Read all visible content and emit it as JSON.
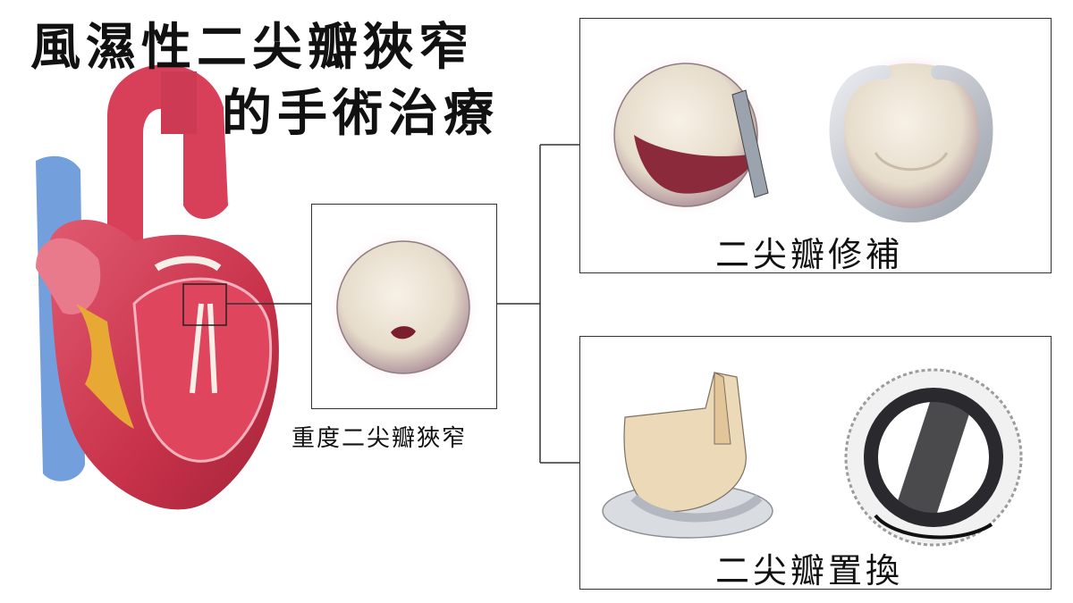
{
  "title": {
    "line1": "風濕性二尖瓣狹窄",
    "line2": "的手術治療"
  },
  "labels": {
    "severe_stenosis": "重度二尖瓣狹窄",
    "repair": "二尖瓣修補",
    "replacement": "二尖瓣置換"
  },
  "colors": {
    "heart_red": "#c8324a",
    "aorta_red": "#d8405a",
    "vein_blue": "#5b8fd6",
    "fat_yellow": "#e8a834",
    "valve_cream": "#efe6d6",
    "ring_gray": "#b8bcc4",
    "mechanical_black": "#2a2a2e"
  }
}
